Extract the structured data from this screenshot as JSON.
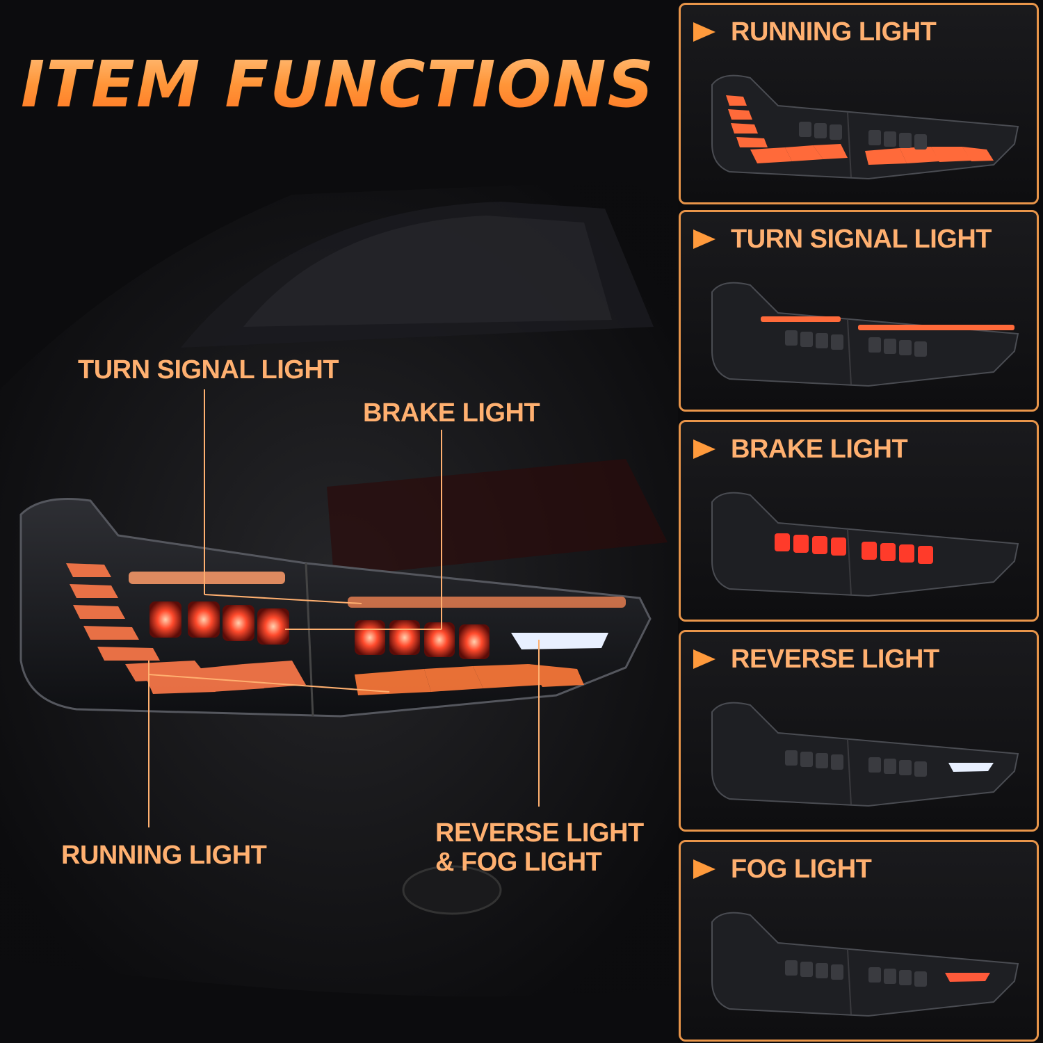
{
  "title": "ITEM FUNCTIONS",
  "callouts": {
    "turn_signal": "TURN SIGNAL LIGHT",
    "brake": "BRAKE LIGHT",
    "running": "RUNNING LIGHT",
    "reverse_fog_line1": "REVERSE LIGHT",
    "reverse_fog_line2": "& FOG LIGHT"
  },
  "panels": [
    {
      "label": "RUNNING LIGHT",
      "icon": "arrow-right-icon"
    },
    {
      "label": "TURN SIGNAL LIGHT",
      "icon": "arrow-right-icon"
    },
    {
      "label": "BRAKE LIGHT",
      "icon": "arrow-right-icon"
    },
    {
      "label": "REVERSE LIGHT",
      "icon": "arrow-right-icon"
    },
    {
      "label": "FOG LIGHT",
      "icon": "arrow-right-icon"
    }
  ],
  "colors": {
    "accent": "#ff9a3c",
    "panel_border": "#e8954a",
    "text": "#ffb070",
    "lamp_red": "#ff3b2a",
    "lamp_orange": "#ff7a3a",
    "reverse_white": "#e8f0ff"
  }
}
